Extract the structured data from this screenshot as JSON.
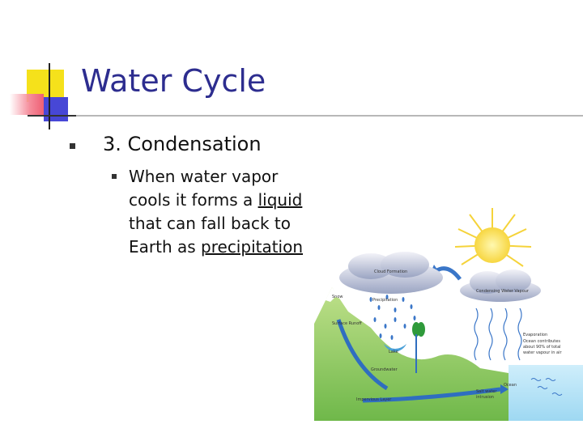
{
  "slide": {
    "title": "Water Cycle",
    "level1": "3. Condensation",
    "level2": {
      "part1": "When water vapor cools it forms a ",
      "liquid": "liquid",
      "part2": " that can fall back to Earth as ",
      "precipitation": "precipitation"
    }
  },
  "diagram": {
    "labels": {
      "cloud_formation": "Cloud Formation",
      "condensing": "Condensing Water Vapour",
      "snow": "Snow",
      "precipitation": "Precipitation",
      "surface_runoff": "Surface Runoff",
      "lake": "Lake",
      "groundwater": "Groundwater",
      "evaporation": "Evaporation",
      "ocean_note_1": "Ocean contributes",
      "ocean_note_2": "about 90% of total",
      "ocean_note_3": "water vapour in air",
      "ocean": "Ocean",
      "salt_water_intrusion_1": "Salt water",
      "salt_water_intrusion_2": "intrusion",
      "impervious_layer": "Impervious Layer"
    }
  },
  "colors": {
    "title": "#2d2d8f",
    "accent_yellow": "#f5e11b",
    "accent_blue": "#4747d6",
    "accent_red": "#ee5f74"
  }
}
